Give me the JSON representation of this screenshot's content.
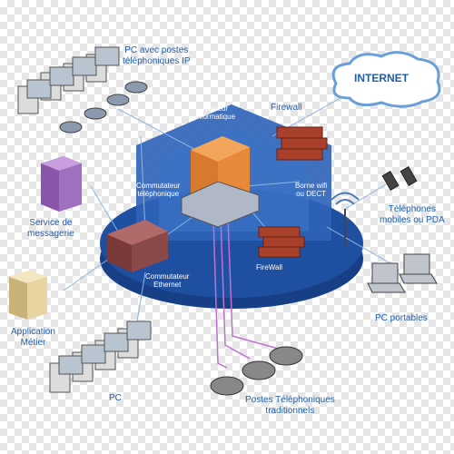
{
  "labels": {
    "pc_ip": "PC avec postes\ntéléphoniques IP",
    "internet": "INTERNET",
    "firewall_top": "Firewall",
    "serveur": "Serveur\ninformatique",
    "commutateur_tel": "Commutateur\ntéléphonique",
    "borne": "Borne wifi\nou DECT",
    "telephones_mobiles": "Téléphones\nmobiles ou PDA",
    "service_messagerie": "Service de\nmessagerie",
    "firewall_mid": "FireWall",
    "commutateur_eth": "Commutateur\nEthernet",
    "pc_portables": "PC portables",
    "application_metier": "Application\nMétier",
    "pc": "PC",
    "postes_tel": "Postes Téléphoniques\ntraditionnels"
  },
  "colors": {
    "label_blue": "#1f5fae",
    "platform_blue": "#1e4fa0",
    "server_orange": "#e8893a",
    "brick_red": "#a8402c",
    "messagerie_purple": "#a070c0",
    "app_beige": "#e8d4a0",
    "switch_maroon": "#8a4a4a",
    "cloud_stroke": "#6aa0d8"
  }
}
